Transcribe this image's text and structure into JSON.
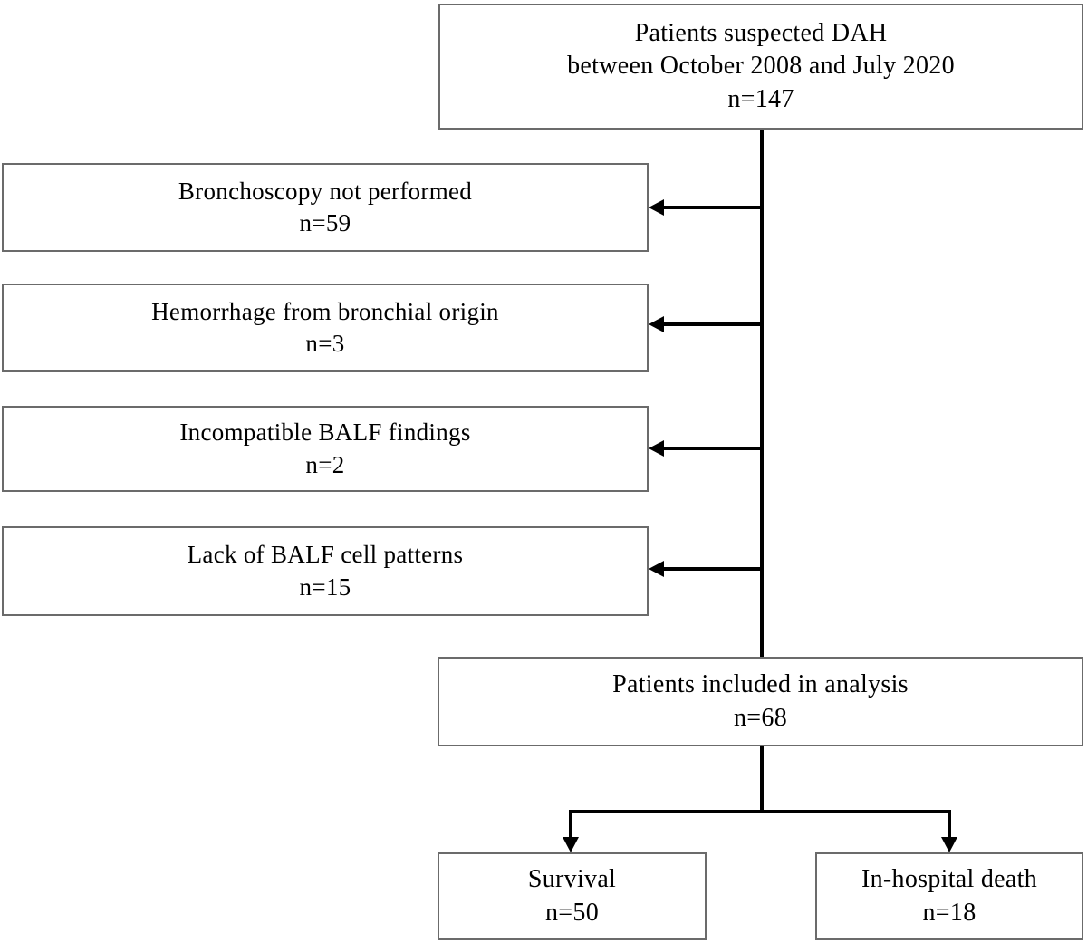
{
  "diagram": {
    "type": "patient-flow-consort",
    "title": "Patients suspected DAH study flow",
    "colors": {
      "box_border": "#6b6b6b",
      "connector": "#000000",
      "background": "#ffffff",
      "text": "#000000"
    },
    "source": {
      "label_line1": "Patients suspected DAH",
      "label_line2": "between October 2008 and July 2020",
      "count_label": "n=147",
      "n": 147
    },
    "exclusions": [
      {
        "label": "Bronchoscopy not performed",
        "count_label": "n=59",
        "n": 59
      },
      {
        "label": "Hemorrhage from bronchial origin",
        "count_label": "n=3",
        "n": 3
      },
      {
        "label": "Incompatible BALF findings",
        "count_label": "n=2",
        "n": 2
      },
      {
        "label": "Lack of BALF cell patterns",
        "count_label": "n=15",
        "n": 15
      }
    ],
    "included": {
      "label": "Patients included in analysis",
      "count_label": "n=68",
      "n": 68
    },
    "outcomes": [
      {
        "label": "Survival",
        "count_label": "n=50",
        "n": 50
      },
      {
        "label": "In-hospital death",
        "count_label": "n=18",
        "n": 18
      }
    ]
  }
}
